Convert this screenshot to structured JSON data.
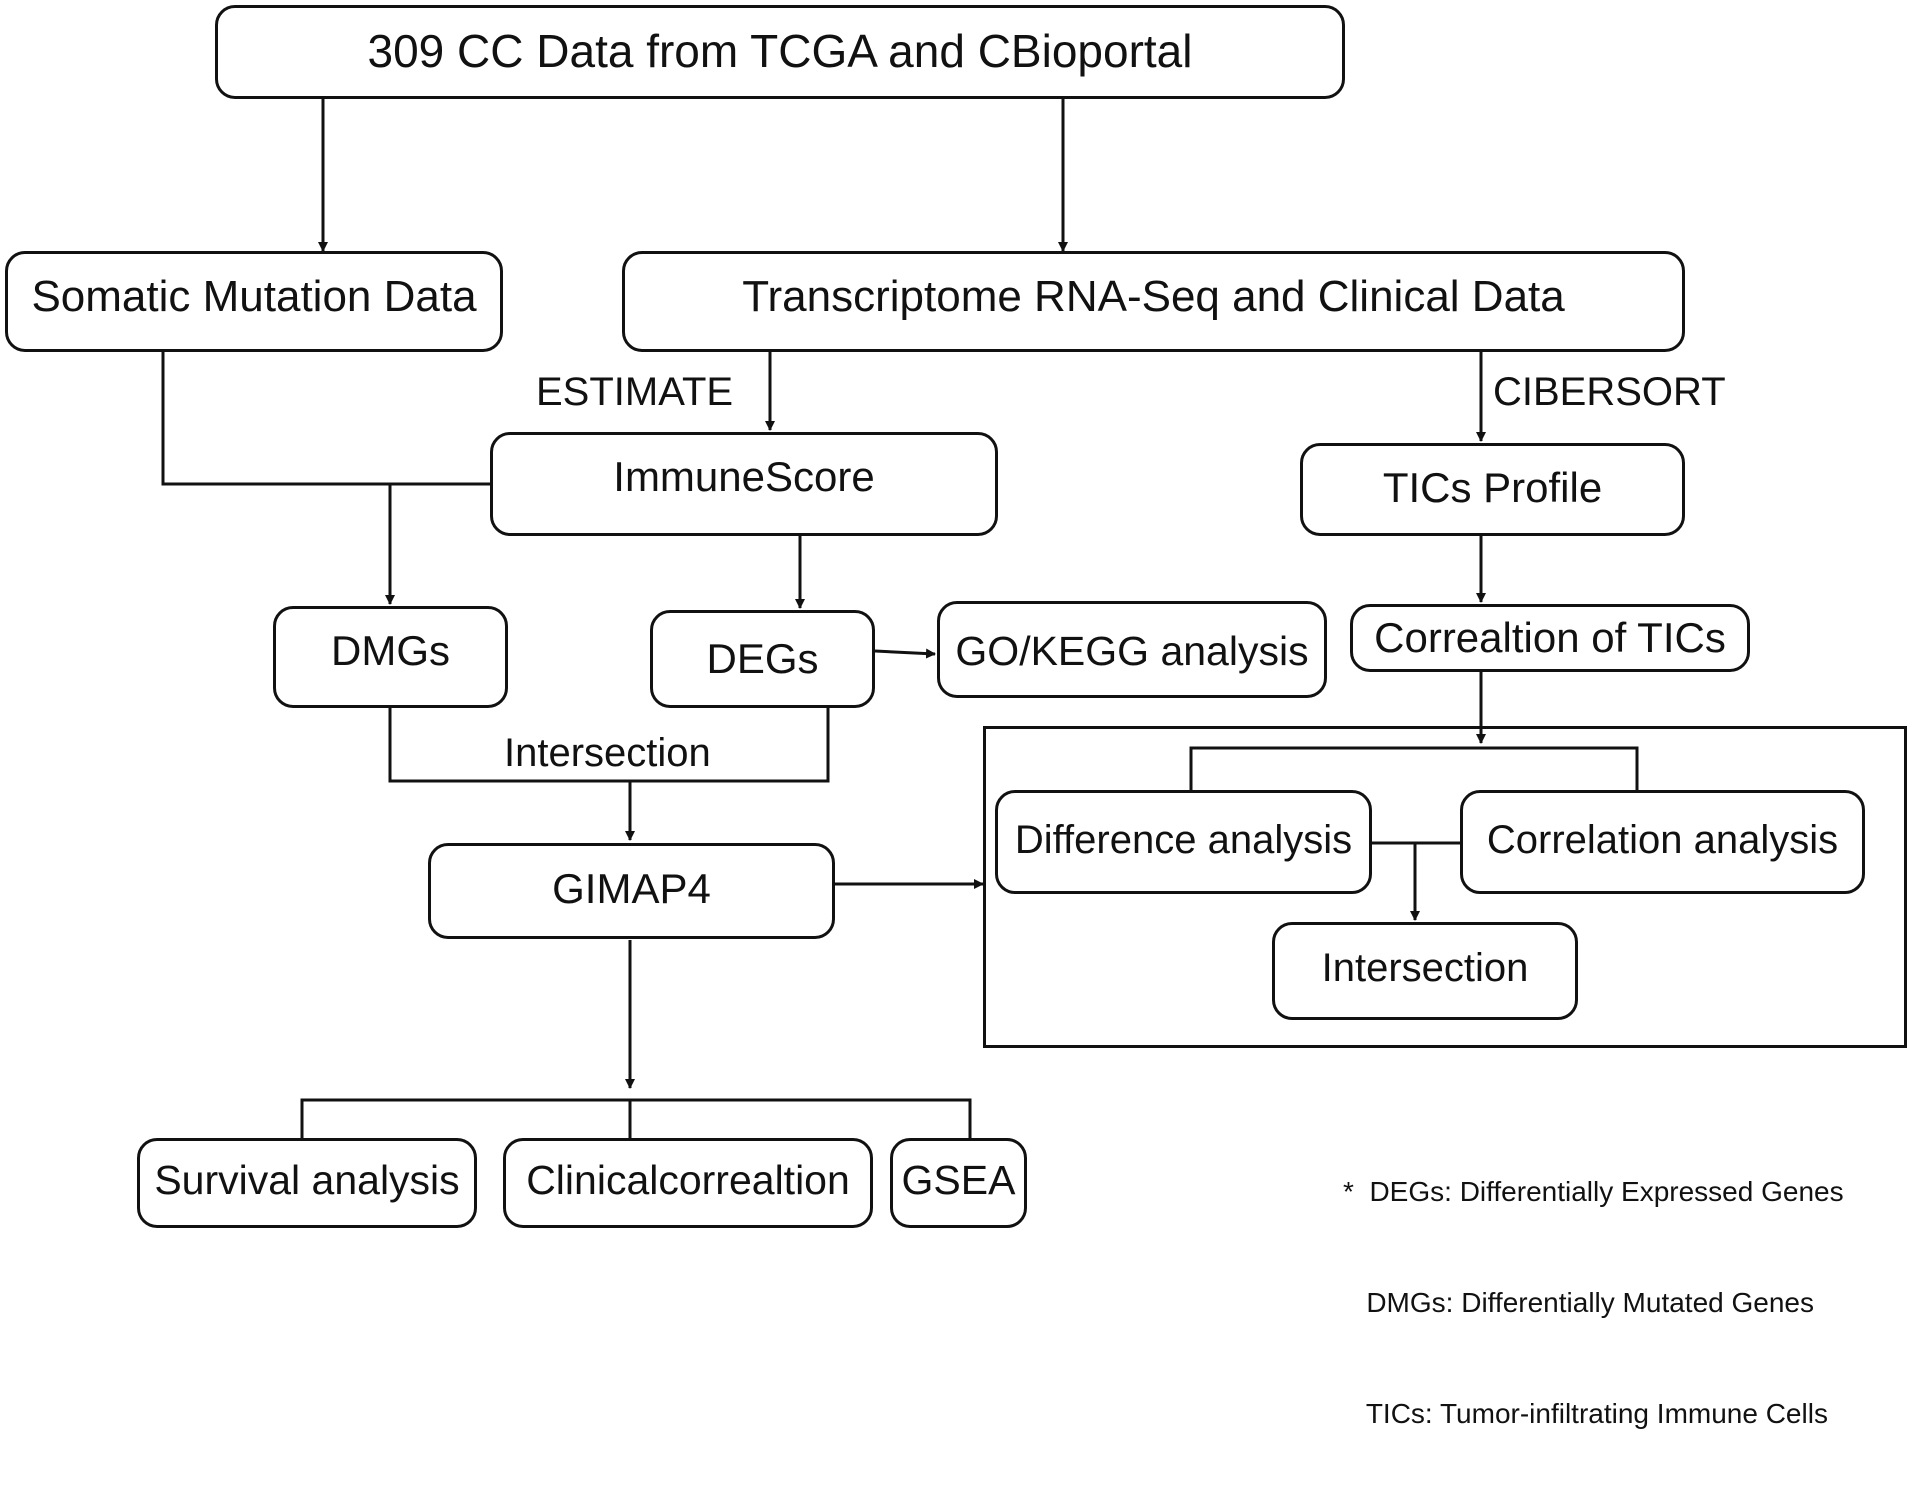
{
  "nodes": {
    "data_source": "309 CC Data from TCGA and CBioportal",
    "somatic": "Somatic Mutation Data",
    "transcriptome": "Transcriptome RNA-Seq and Clinical Data",
    "immunescore": "ImmuneScore",
    "tics_profile": "TICs Profile",
    "dmgs": "DMGs",
    "degs": "DEGs",
    "go_kegg": "GO/KEGG analysis",
    "correlation_tics": "Correaltion of TICs",
    "gimap4": "GIMAP4",
    "difference": "Difference analysis",
    "correlation_analysis": "Correlation analysis",
    "intersection_inner": "Intersection",
    "survival": "Survival analysis",
    "clinical": "Clinicalcorrealtion",
    "gsea": "GSEA"
  },
  "labels": {
    "estimate": "ESTIMATE",
    "cibersort": "CIBERSORT",
    "intersection": "Intersection"
  },
  "legend": [
    "*  DEGs: Differentially Expressed Genes",
    "   DMGs: Differentially Mutated Genes",
    "   TICs: Tumor-infiltrating Immune Cells"
  ]
}
